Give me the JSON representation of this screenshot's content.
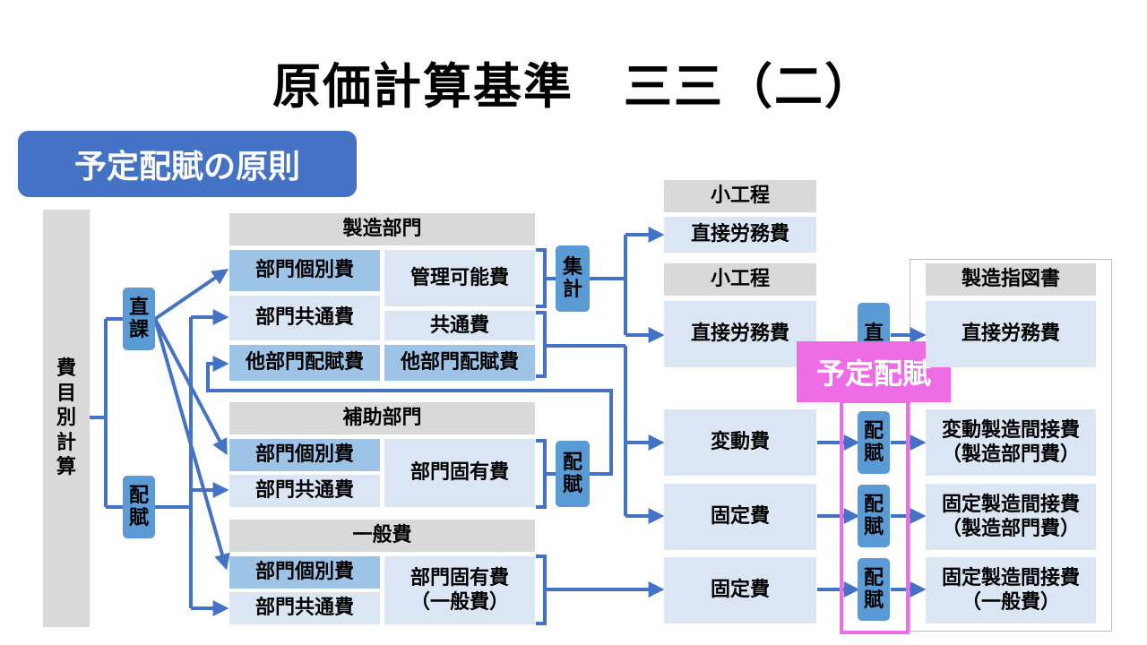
{
  "title": "原価計算基準　三三（二）",
  "principle_label": "予定配賦の原則",
  "left_column": [
    "費",
    "目",
    "別",
    "計",
    "算"
  ],
  "branch_direct": [
    "直",
    "課"
  ],
  "branch_allocate": [
    "配",
    "賦"
  ],
  "manufacturing_dept": {
    "header": "製造部門",
    "dept_individual": "部門個別費",
    "dept_common": "部門共通費",
    "other_dept_alloc": "他部門配賦費",
    "manageable": "管理可能費",
    "common": "共通費",
    "other_dept_alloc_right": "他部門配賦費"
  },
  "auxiliary_dept": {
    "header": "補助部門",
    "dept_individual": "部門個別費",
    "dept_common": "部門共通費",
    "dept_specific": "部門固有費"
  },
  "general_expense": {
    "header": "一般費",
    "dept_individual": "部門個別費",
    "dept_common": "部門共通費",
    "dept_specific_line1": "部門固有費",
    "dept_specific_line2": "（一般費）"
  },
  "collect_pill": [
    "集",
    "計"
  ],
  "allocate_pill_aux": [
    "配",
    "賦"
  ],
  "sub_process_1": {
    "header": "小工程",
    "body": "直接労務費"
  },
  "sub_process_2": {
    "header": "小工程",
    "body": "直接労務費"
  },
  "direct_pill_top": "直",
  "variable_cost": "変動費",
  "fixed_cost_1": "固定費",
  "fixed_cost_2": "固定費",
  "alloc_pills": [
    [
      "配",
      "賦"
    ],
    [
      "配",
      "賦"
    ],
    [
      "配",
      "賦"
    ]
  ],
  "predetermined_alloc": "予定配賦",
  "production_order": {
    "header": "製造指図書",
    "direct_labor": "直接労務費",
    "variable_overhead_line1": "変動製造間接費",
    "variable_overhead_line2": "（製造部門費）",
    "fixed_overhead_line1": "固定製造間接費",
    "fixed_overhead_line2": "（製造部門費）",
    "fixed_overhead_general_line1": "固定製造間接費",
    "fixed_overhead_general_line2": "（一般費）"
  },
  "colors": {
    "accent_blue": "#4472c4",
    "pill_blue": "#5b9bd5",
    "light_blue": "#dae6f3",
    "mid_blue": "#9dc3e6",
    "header_gray": "#d9d9d9",
    "highlight_pink": "#f06ce6"
  }
}
